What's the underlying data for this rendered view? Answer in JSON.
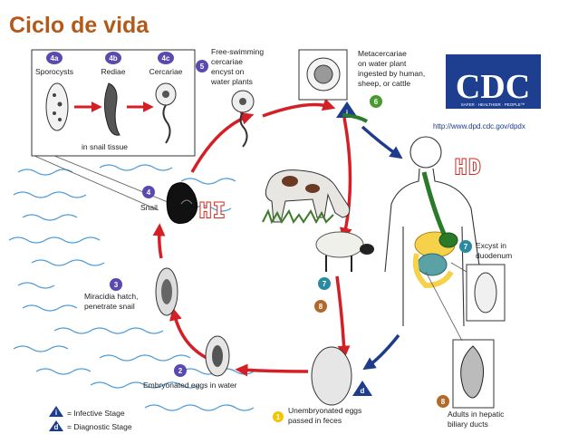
{
  "title": "Ciclo de vida",
  "stages": {
    "s4a": {
      "num": "4a",
      "label": "Sporocysts"
    },
    "s4b": {
      "num": "4b",
      "label": "Rediae"
    },
    "s4c": {
      "num": "4c",
      "label": "Cercariae"
    },
    "snail_tissue": "in snail tissue",
    "s5": {
      "num": "5",
      "line1": "Free-swimming",
      "line2": "cercariae",
      "line3": "encyst on",
      "line4": "water plants"
    },
    "s6": {
      "num": "6",
      "line1": "Metacercariae",
      "line2": "on water plant",
      "line3": "ingested by human,",
      "line4": "sheep, or cattle"
    },
    "s4": {
      "num": "4",
      "label": "Snail"
    },
    "s3": {
      "num": "3",
      "line1": "Miracidia hatch,",
      "line2": "penetrate snail"
    },
    "s2": {
      "num": "2",
      "label": "Embryonated eggs in water"
    },
    "s1": {
      "num": "1",
      "line1": "Unembryonated eggs",
      "line2": "passed in feces"
    },
    "s7a": {
      "num": "7"
    },
    "s8a": {
      "num": "8"
    },
    "s7b": {
      "num": "7",
      "line1": "Excyst in",
      "line2": "duodenum"
    },
    "s8b": {
      "num": "8",
      "line1": "Adults in hepatic",
      "line2": "biliary ducts"
    }
  },
  "markers": {
    "infective_i": "i",
    "diagnostic_d": "d"
  },
  "legend": {
    "infective_symbol": "i",
    "infective": "= Infective Stage",
    "diagnostic_symbol": "d",
    "diagnostic": "= Diagnostic Stage"
  },
  "host_labels": {
    "hi": "HI",
    "hd": "HD"
  },
  "cdc": {
    "logo": "CDC",
    "tagline": "SAFER · HEALTHIER · PEOPLE™",
    "url": "http://www.dpd.cdc.gov/dpdx"
  },
  "colors": {
    "title": "#b25a1a",
    "arrow_red": "#d51f26",
    "arrow_blue": "#1e3b8c",
    "water": "#4a9ad8",
    "cdc_blue": "#1e3f8f",
    "stage_circle": "#5a4ab0",
    "stamp_red": "#d0261e"
  }
}
